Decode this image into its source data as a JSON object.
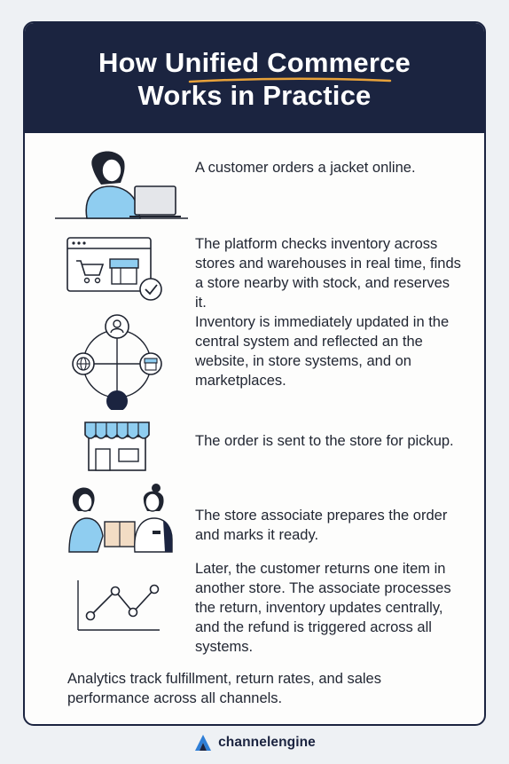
{
  "header": {
    "title_line1": "How Unified Commerce",
    "title_line2": "Works in Practice",
    "accent_color": "#e8a23a",
    "background_color": "#1b2440"
  },
  "steps": [
    {
      "icon": "customer-laptop-icon",
      "text": "A customer orders a jacket online."
    },
    {
      "icon": "browser-cart-store-icon",
      "text": "The platform checks inventory across stores and warehouses in real time, finds a store nearby with stock, and reserves it."
    },
    {
      "icon": "central-system-network-icon",
      "text": "Inventory is immediately updated in the central system and reflected an the website, in store systems, and on marketplaces."
    },
    {
      "icon": "storefront-icon",
      "text": "The order is sent to the store for pickup."
    },
    {
      "icon": "associate-handoff-icon",
      "text": "The store associate prepares the order and marks it ready."
    },
    {
      "icon": "line-chart-icon",
      "text": "Later, the customer returns one item in another store. The associate processes the return, inventory updates centrally, and the refund is triggered across all systems."
    }
  ],
  "footer": {
    "text": "Analytics track fulfillment, return rates, and sales performance across all channels."
  },
  "brand": {
    "name": "channelengine",
    "logo_color": "#2f7fd6"
  },
  "colors": {
    "icon_fill_blue": "#8fcdf0",
    "icon_stroke": "#1f2430"
  }
}
